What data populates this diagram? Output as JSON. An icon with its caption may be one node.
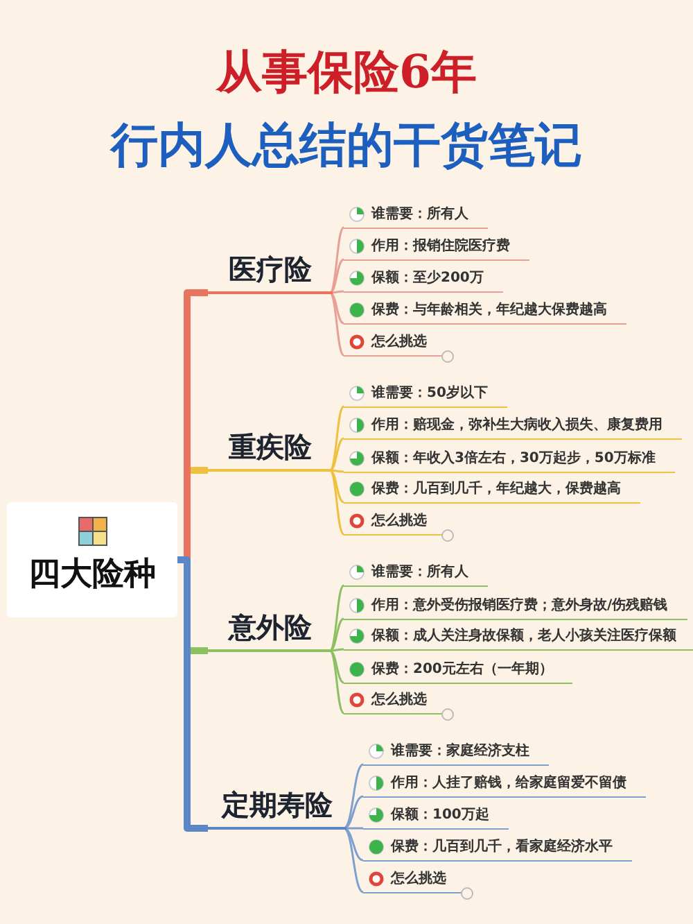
{
  "diagram": {
    "title": "从事保险6年",
    "labels": [
      "行内人总结的干货笔记"
    ],
    "nodes": [
      {
        "text": [
          "四大险种"
        ]
      },
      {
        "text": [
          "医疗险"
        ]
      },
      {
        "text": [
          "谁需要：所有人"
        ]
      },
      {
        "text": [
          "作用：报销住院医疗费"
        ]
      },
      {
        "text": [
          "保额：至少200万"
        ]
      },
      {
        "text": [
          "保费：与年龄相关，年纪越大保费越高"
        ]
      },
      {
        "text": [
          "怎么挑选"
        ]
      },
      {
        "text": [
          "重疾险"
        ]
      },
      {
        "text": [
          "谁需要：50岁以下"
        ]
      },
      {
        "text": [
          "作用：赔现金，弥补生大病收入损失、康复费用"
        ]
      },
      {
        "text": [
          "保额：年收入3倍左右，30万起步，50万标准"
        ]
      },
      {
        "text": [
          "保费：几百到几千，年纪越大，保费越高"
        ]
      },
      {
        "text": [
          "怎么挑选"
        ]
      },
      {
        "text": [
          "意外险"
        ]
      },
      {
        "text": [
          "谁需要：所有人"
        ]
      },
      {
        "text": [
          "作用：意外受伤报销医疗费；意外身故/伤残赔钱"
        ]
      },
      {
        "text": [
          "保额：成人关注身故保额，老人小孩关注医疗保额"
        ]
      },
      {
        "text": [
          "保费：200元左右（一年期）"
        ]
      },
      {
        "text": [
          "怎么挑选"
        ]
      },
      {
        "text": [
          "定期寿险"
        ]
      },
      {
        "text": [
          "谁需要：家庭经济支柱"
        ]
      },
      {
        "text": [
          "作用：人挂了赔钱，给家庭留爱不留债"
        ]
      },
      {
        "text": [
          "保额：100万起"
        ]
      },
      {
        "text": [
          "保费：几百到几千，看家庭经济水平"
        ]
      },
      {
        "text": [
          "怎么挑选"
        ]
      }
    ],
    "edges": [
      {
        "from": 0,
        "to": 1,
        "arrow": "none",
        "style": "thick",
        "color": "#e8735f"
      },
      {
        "from": 0,
        "to": 7,
        "arrow": "none",
        "style": "thick",
        "color": "#f0c040"
      },
      {
        "from": 0,
        "to": 13,
        "arrow": "none",
        "style": "thick",
        "color": "#8cc063"
      },
      {
        "from": 0,
        "to": 19,
        "arrow": "none",
        "style": "thick",
        "color": "#5b87c9"
      },
      {
        "from": 1,
        "to": 2,
        "arrow": "none",
        "color": "#e8a096"
      },
      {
        "from": 1,
        "to": 3,
        "arrow": "none",
        "color": "#e8a096"
      },
      {
        "from": 1,
        "to": 4,
        "arrow": "none",
        "color": "#e8a096"
      },
      {
        "from": 1,
        "to": 5,
        "arrow": "none",
        "color": "#e8a096"
      },
      {
        "from": 1,
        "to": 6,
        "arrow": "none",
        "color": "#e8a096"
      },
      {
        "from": 7,
        "to": 8,
        "arrow": "none",
        "color": "#f0c040"
      },
      {
        "from": 7,
        "to": 9,
        "arrow": "none",
        "color": "#f0c040"
      },
      {
        "from": 7,
        "to": 10,
        "arrow": "none",
        "color": "#f0c040"
      },
      {
        "from": 7,
        "to": 11,
        "arrow": "none",
        "color": "#f0c040"
      },
      {
        "from": 7,
        "to": 12,
        "arrow": "none",
        "color": "#f0c040"
      },
      {
        "from": 13,
        "to": 14,
        "arrow": "none",
        "color": "#8cc063"
      },
      {
        "from": 13,
        "to": 15,
        "arrow": "none",
        "color": "#8cc063"
      },
      {
        "from": 13,
        "to": 16,
        "arrow": "none",
        "color": "#8cc063"
      },
      {
        "from": 13,
        "to": 17,
        "arrow": "none",
        "color": "#8cc063"
      },
      {
        "from": 13,
        "to": 18,
        "arrow": "none",
        "color": "#8cc063"
      },
      {
        "from": 19,
        "to": 20,
        "arrow": "none",
        "color": "#7f9fcf"
      },
      {
        "from": 19,
        "to": 21,
        "arrow": "none",
        "color": "#7f9fcf"
      },
      {
        "from": 19,
        "to": 22,
        "arrow": "none",
        "color": "#7f9fcf"
      },
      {
        "from": 19,
        "to": 23,
        "arrow": "none",
        "color": "#7f9fcf"
      },
      {
        "from": 19,
        "to": 24,
        "arrow": "none",
        "color": "#7f9fcf"
      }
    ]
  }
}
